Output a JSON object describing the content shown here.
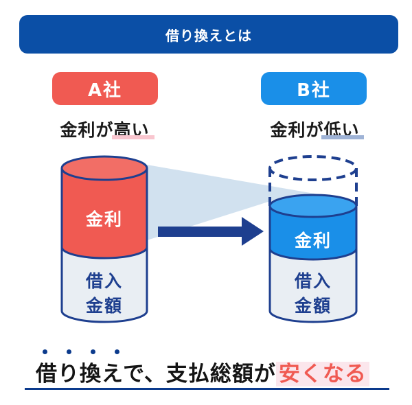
{
  "header": {
    "title": "借り換えとは"
  },
  "company_a": {
    "name": "A社",
    "rate_text": "金利が高い",
    "interest_label": "金利",
    "loan_label_line1": "借入",
    "loan_label_line2": "金額"
  },
  "company_b": {
    "name": "B社",
    "rate_text": "金利が低い",
    "interest_label": "金利",
    "loan_label_line1": "借入",
    "loan_label_line2": "金額"
  },
  "summary": {
    "prefix": "借り換えで、支払総額が",
    "highlight": "安くなる"
  },
  "colors": {
    "primary_blue": "#0b4fa6",
    "red": "#f05a52",
    "light_blue": "#1a8fe8",
    "navy": "#1e3f8f",
    "highlight_bg": "#fbe6ec"
  }
}
